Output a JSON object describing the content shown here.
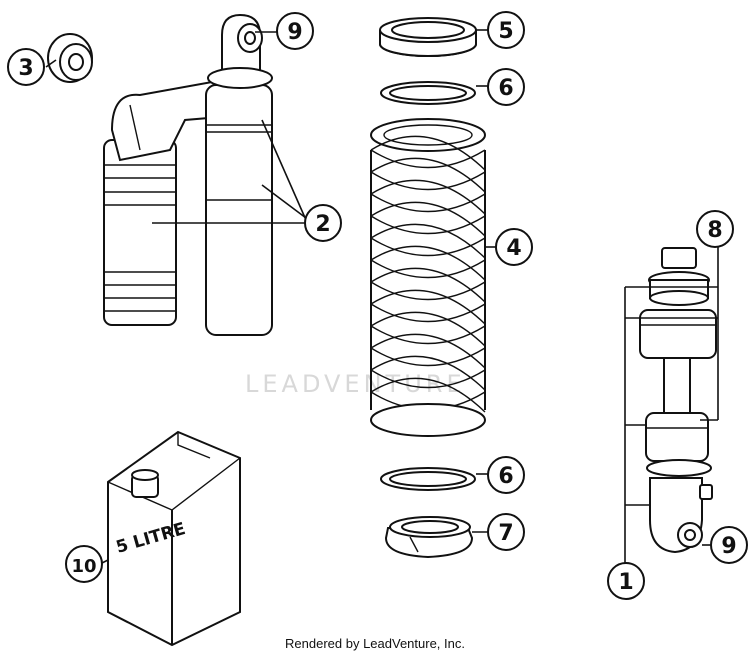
{
  "callouts": [
    {
      "id": "1",
      "text": "1"
    },
    {
      "id": "2",
      "text": "2"
    },
    {
      "id": "3",
      "text": "3"
    },
    {
      "id": "4",
      "text": "4"
    },
    {
      "id": "5",
      "text": "5"
    },
    {
      "id": "6a",
      "text": "6"
    },
    {
      "id": "6b",
      "text": "6"
    },
    {
      "id": "7",
      "text": "7"
    },
    {
      "id": "8",
      "text": "8"
    },
    {
      "id": "9a",
      "text": "9"
    },
    {
      "id": "9b",
      "text": "9"
    },
    {
      "id": "10",
      "text": "10"
    }
  ],
  "canister_label": "5 LITRE",
  "watermark": "LEADVENTURE",
  "footer": "Rendered by LeadVenture, Inc."
}
